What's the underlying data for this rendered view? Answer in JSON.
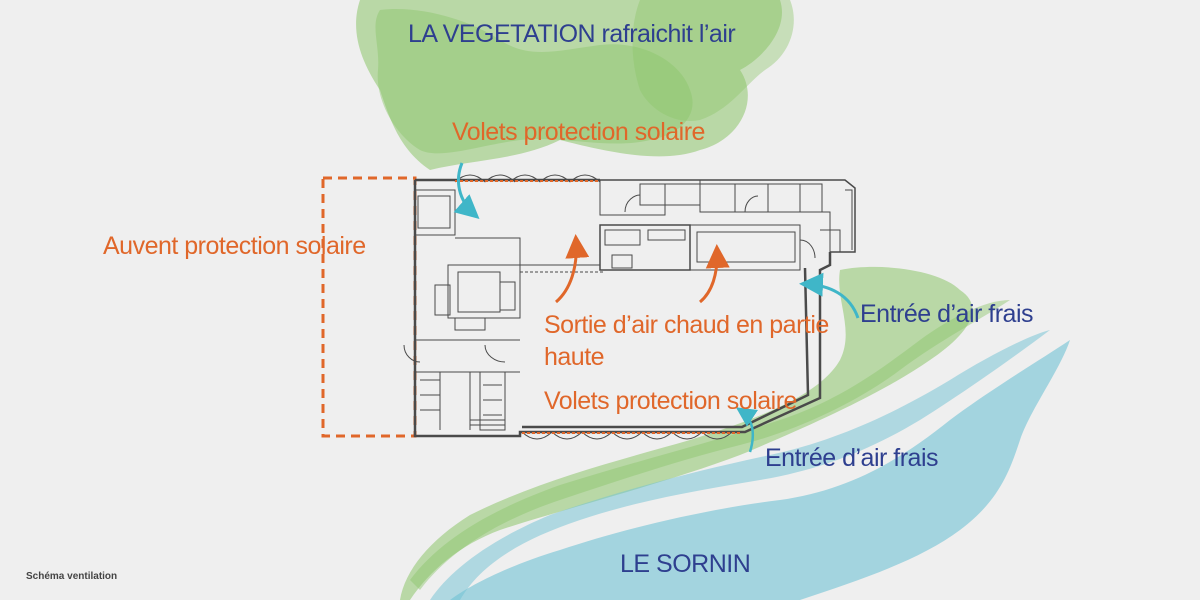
{
  "labels": {
    "vegetation": "LA VEGETATION rafraichit l’air",
    "volets_top": "Volets protection solaire",
    "auvent": "Auvent protection solaire",
    "sortie_line1": "Sortie d’air chaud en partie",
    "sortie_line2": "haute",
    "volets_bottom": "Volets protection solaire",
    "entree_right": "Entrée d’air frais",
    "entree_bottom": "Entrée d’air frais",
    "sornin": "LE SORNIN"
  },
  "caption": "Schéma ventilation",
  "colors": {
    "background": "#efefef",
    "vegetation_green": "#8cc56a",
    "river_blue": "#6fc1d4",
    "title_blue": "#2e3f8f",
    "annotation_orange": "#e0672a",
    "arrow_teal": "#3fb6c8",
    "plan_line": "#4a4a4a"
  }
}
